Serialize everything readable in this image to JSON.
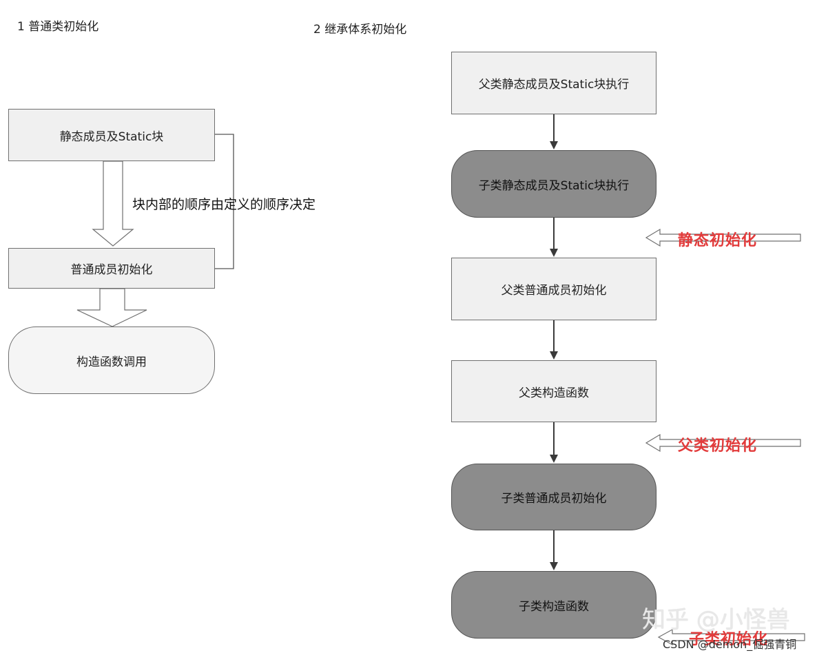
{
  "left": {
    "title": "1 普通类初始化",
    "nodes": {
      "static_block": "静态成员及Static块",
      "member_init": "普通成员初始化",
      "constructor_call": "构造函数调用"
    },
    "note": "块内部的顺序由定义的顺序决定"
  },
  "right": {
    "title": "2 继承体系初始化",
    "nodes": {
      "parent_static": "父类静态成员及Static块执行",
      "child_static": "子类静态成员及Static块执行",
      "parent_member": "父类普通成员初始化",
      "parent_constructor": "父类构造函数",
      "child_member": "子类普通成员初始化",
      "child_constructor": "子类构造函数"
    },
    "stages": {
      "static_init": "静态初始化",
      "parent_init": "父类初始化",
      "child_init": "子类初始化"
    }
  },
  "watermark": {
    "zhihu": "知乎 @小怪兽",
    "csdn": "CSDN @demon_倔强青铜"
  },
  "colors": {
    "stage_label": "#e23b3b",
    "dark_node": "#8c8c8c",
    "light_node": "#f0f0f0"
  }
}
